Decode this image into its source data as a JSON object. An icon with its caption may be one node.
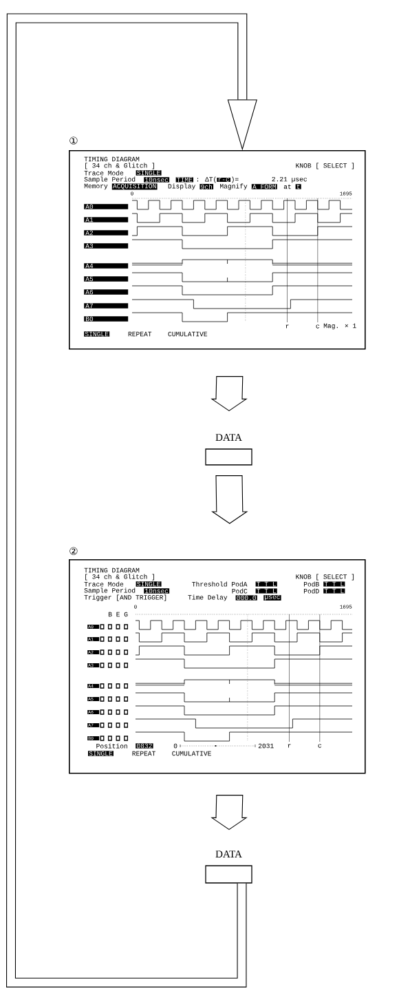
{
  "diagram": {
    "nodes": [
      {
        "text": [
          "①",
          "TIMING DIAGRAM",
          "[ 34 ch & Glitch ]",
          "KNOB [ SELECT ]",
          "Trace Mode",
          "SINGLE",
          "Sample Period",
          "10nsec",
          "TIME",
          ": ΔT(",
          "r-c",
          ")=",
          "2.21 µsec",
          "Memory",
          "ACQUISITION",
          "Display",
          "9ch",
          "Magnify",
          "A FORM",
          "at",
          "t",
          "0",
          "1695",
          "A0",
          "A1",
          "A2",
          "A3",
          "A4",
          "A5",
          "A6",
          "A7",
          "B0",
          "r",
          "c",
          "Mag. × 1",
          "SINGLE",
          "REPEAT",
          "CUMULATIVE"
        ]
      },
      {
        "text": [
          "DATA"
        ]
      },
      {
        "text": [
          "②",
          "TIMING DIAGRAM",
          "[ 34 ch & Glitch ]",
          "KNOB [ SELECT ]",
          "Trace Mode",
          "SINGLE",
          "Threshold PodA",
          "T T L",
          "PodB",
          "T T L",
          "Sample Period",
          "10nsec",
          "PodC",
          "T T L",
          "PodD",
          "T T L",
          "Trigger [AND TRIGGER]",
          "Time Delay",
          "000.0",
          "µsec",
          "B E G",
          "0",
          "1695",
          "A0",
          "A1",
          "A2",
          "A3",
          "A4",
          "A5",
          "A6",
          "A7",
          "B0",
          "Position",
          "0832",
          "0",
          "2031",
          "r",
          "c",
          "SINGLE",
          "REPEAT",
          "CUMULATIVE"
        ]
      },
      {
        "text": [
          "DATA"
        ]
      }
    ],
    "edges": [
      {
        "from": 0,
        "to": 1,
        "arrow": "to"
      },
      {
        "from": 1,
        "to": 2,
        "arrow": "to"
      },
      {
        "from": 2,
        "to": 3,
        "arrow": "to"
      },
      {
        "from": 3,
        "to": 0,
        "arrow": "to"
      }
    ]
  }
}
